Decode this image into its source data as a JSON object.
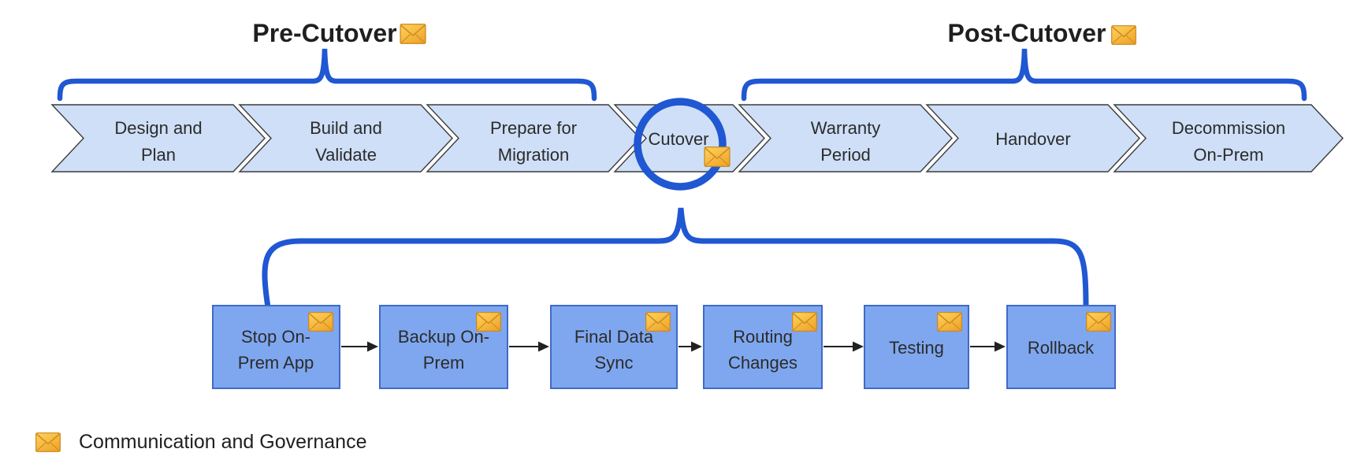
{
  "phases": {
    "pre": {
      "title": "Pre-Cutover",
      "icon": "envelope-icon"
    },
    "post": {
      "title": "Post-Cutover",
      "icon": "envelope-icon"
    }
  },
  "timeline_stages": [
    {
      "line1": "Design and",
      "line2": "Plan"
    },
    {
      "line1": "Build and",
      "line2": "Validate"
    },
    {
      "line1": "Prepare for",
      "line2": "Migration"
    },
    {
      "line1": "Cutover"
    },
    {
      "line1": "Warranty",
      "line2": "Period"
    },
    {
      "line1": "Handover"
    },
    {
      "line1": "Decommission",
      "line2": "On-Prem"
    }
  ],
  "cutover_steps": [
    {
      "line1": "Stop On-",
      "line2": "Prem App"
    },
    {
      "line1": "Backup On-",
      "line2": "Prem"
    },
    {
      "line1": "Final Data",
      "line2": "Sync"
    },
    {
      "line1": "Routing",
      "line2": "Changes"
    },
    {
      "line1": "Testing"
    },
    {
      "line1": "Rollback"
    }
  ],
  "legend": {
    "label": "Communication and Governance",
    "icon": "envelope-icon"
  },
  "colors": {
    "diagram_blue": "#2057D2",
    "chevron_fill": "#CEDFF7",
    "chevron_stroke": "#3C3C3C",
    "box_fill": "#7FA7EF",
    "box_stroke": "#3E6AC9",
    "arrow_color": "#212121",
    "label_color": "#2B2B2B",
    "title_color": "#1F1F1F",
    "env_light": "#FFD45C",
    "env_dark": "#F0A62C",
    "env_border": "#C9861E",
    "env_fold": "#CE8E24"
  }
}
